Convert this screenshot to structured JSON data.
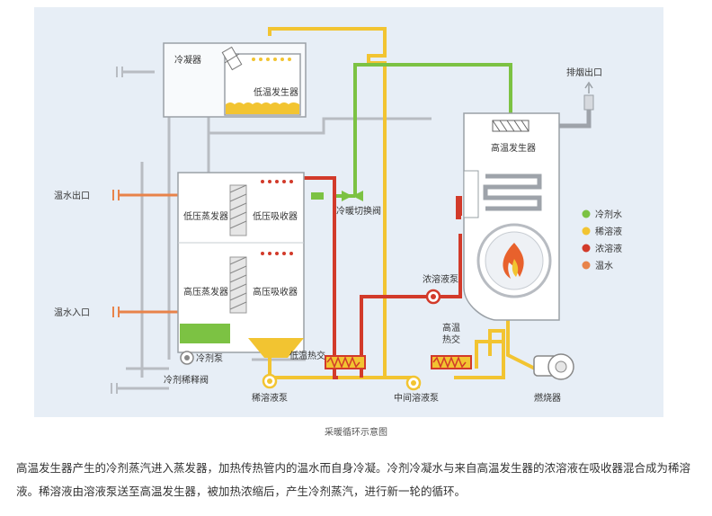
{
  "diagram": {
    "labels": {
      "condenser": "冷凝器",
      "low_temp_generator": "低温发生器",
      "exhaust_outlet": "排烟出口",
      "high_temp_generator": "高温发生器",
      "hot_water_outlet": "温水出口",
      "hot_water_inlet": "温水入口",
      "low_pressure_evaporator": "低压蒸发器",
      "low_pressure_absorber": "低压吸收器",
      "high_pressure_evaporator": "高压蒸发器",
      "high_pressure_absorber": "高压吸收器",
      "cool_heat_switch_valve": "冷暖切换阀",
      "concentrated_solution_pump": "浓溶液泵",
      "high_temp_heat_exchanger": "高温热交",
      "low_temp_heat_exchanger": "低温热交",
      "refrigerant_pump": "冷剂泵",
      "refrigerant_dilution_valve": "冷剂稀释阀",
      "dilute_solution_pump": "稀溶液泵",
      "intermediate_solution_pump": "中间溶液泵",
      "burner": "燃烧器"
    },
    "legend": [
      {
        "label": "冷剂水",
        "color": "#7cc243"
      },
      {
        "label": "稀溶液",
        "color": "#f2c431"
      },
      {
        "label": "浓溶液",
        "color": "#d23a2a"
      },
      {
        "label": "温水",
        "color": "#e8834a"
      }
    ],
    "colors": {
      "background": "#e7eef6",
      "refrigerant": "#7cc243",
      "dilute": "#f2c431",
      "concentrated": "#d23a2a",
      "hot_water": "#e8834a",
      "vapor": "#b8bcc2"
    }
  },
  "caption": "采暖循环示意图",
  "description": "高温发生器产生的冷剂蒸汽进入蒸发器，加热传热管内的温水而自身冷凝。冷剂冷凝水与来自高温发生器的浓溶液在吸收器混合成为稀溶液。稀溶液由溶液泵送至高温发生器，被加热浓缩后，产生冷剂蒸汽，进行新一轮的循环。"
}
